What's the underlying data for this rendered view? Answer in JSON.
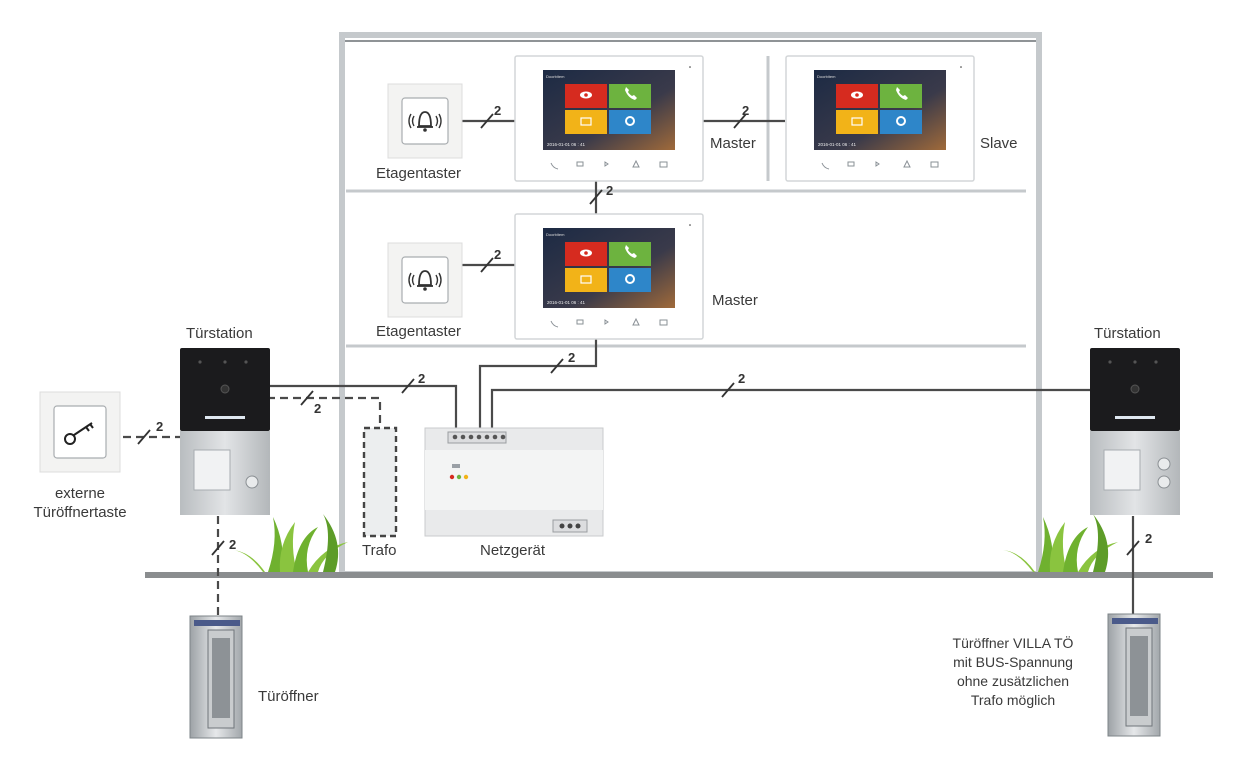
{
  "labels": {
    "etagentaster_top": "Etagentaster",
    "etagentaster_mid": "Etagentaster",
    "master_top": "Master",
    "slave": "Slave",
    "master_mid": "Master",
    "tuerstation_left": "Türstation",
    "tuerstation_right": "Türstation",
    "externe_taste": "externe\nTüröffnertaste",
    "trafo": "Trafo",
    "netzgeraet": "Netzgerät",
    "tueroeffner_left": "Türöffner",
    "tueroeffner_villa": "Türöffner VILLA TÖ\nmit BUS-Spannung\nohne zusätzlichen\nTrafo möglich"
  },
  "wire_count": "2",
  "monitor_screen": {
    "date": "2016-01-01  06 : 41",
    "tiles": [
      "Monitor",
      "Call",
      "Intercom",
      "Setting"
    ]
  },
  "colors": {
    "wall": "#c5c9cc",
    "ground": "#8a8d8f",
    "wire": "#4a4a4a",
    "tile_red": "#d62b1f",
    "tile_green": "#6db33f",
    "tile_yellow": "#f2b318",
    "tile_blue": "#2e86c9"
  }
}
